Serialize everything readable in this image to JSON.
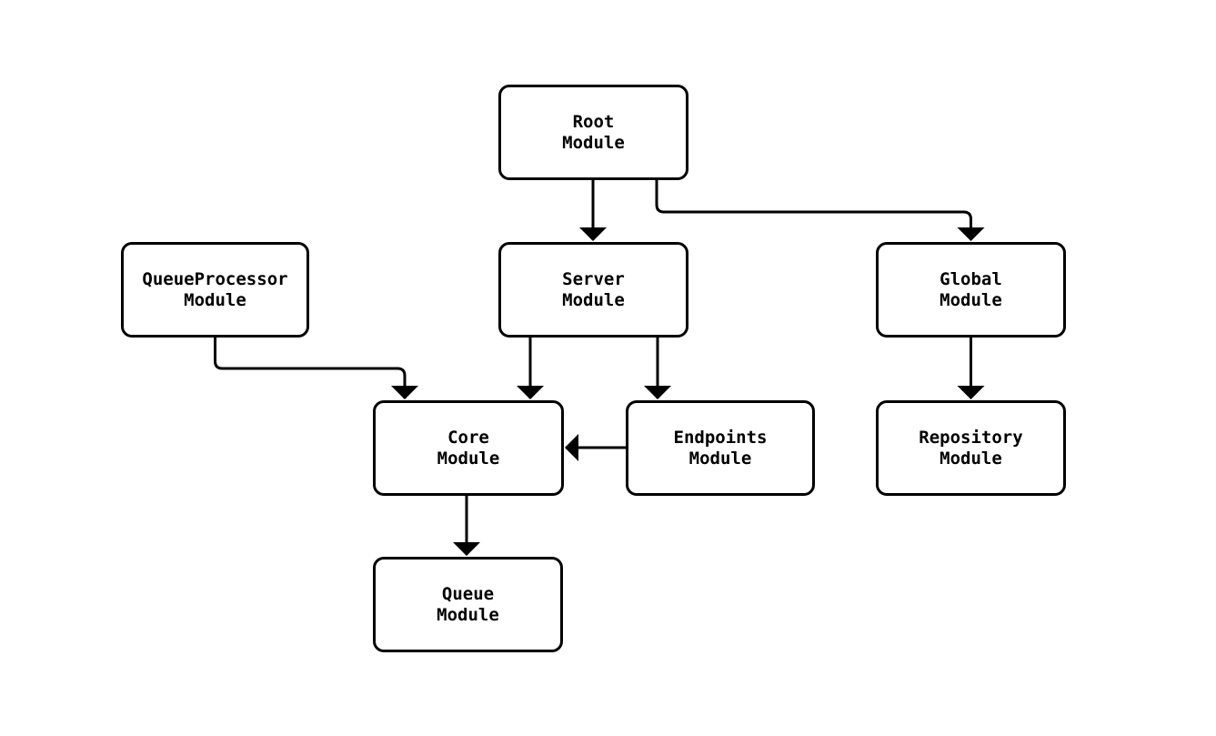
{
  "diagram": {
    "type": "module-dependency-flowchart",
    "background_color": "#ffffff",
    "line_color": "#000000",
    "node_fill_color": "#ffffff",
    "text_color": "#000000",
    "nodes": [
      {
        "id": "root",
        "line1": "Root",
        "line2": "Module"
      },
      {
        "id": "queueprocessor",
        "line1": "QueueProcessor",
        "line2": "Module"
      },
      {
        "id": "server",
        "line1": "Server",
        "line2": "Module"
      },
      {
        "id": "global",
        "line1": "Global",
        "line2": "Module"
      },
      {
        "id": "core",
        "line1": "Core",
        "line2": "Module"
      },
      {
        "id": "endpoints",
        "line1": "Endpoints",
        "line2": "Module"
      },
      {
        "id": "repository",
        "line1": "Repository",
        "line2": "Module"
      },
      {
        "id": "queue",
        "line1": "Queue",
        "line2": "Module"
      }
    ],
    "edges": [
      {
        "from": "Root Module",
        "to": "Server Module"
      },
      {
        "from": "Root Module",
        "to": "Global Module"
      },
      {
        "from": "QueueProcessor Module",
        "to": "Core Module"
      },
      {
        "from": "Server Module",
        "to": "Core Module"
      },
      {
        "from": "Server Module",
        "to": "Endpoints Module"
      },
      {
        "from": "Endpoints Module",
        "to": "Core Module"
      },
      {
        "from": "Global Module",
        "to": "Repository Module"
      },
      {
        "from": "Core Module",
        "to": "Queue Module"
      }
    ]
  }
}
